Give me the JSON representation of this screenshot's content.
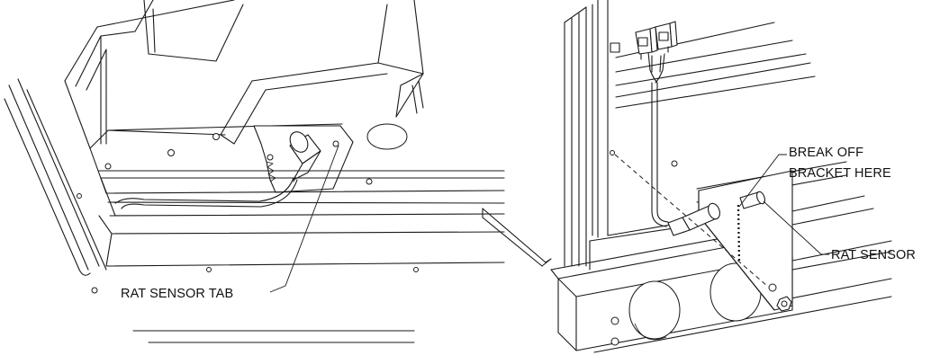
{
  "left_view": {
    "callout_tab": "RAT SENSOR TAB"
  },
  "right_view": {
    "callout_break_line1": "BREAK OFF",
    "callout_break_line2": "BRACKET HERE",
    "callout_sensor": "RAT SENSOR"
  },
  "colors": {
    "line": "#1a1a1a",
    "background": "#ffffff"
  }
}
